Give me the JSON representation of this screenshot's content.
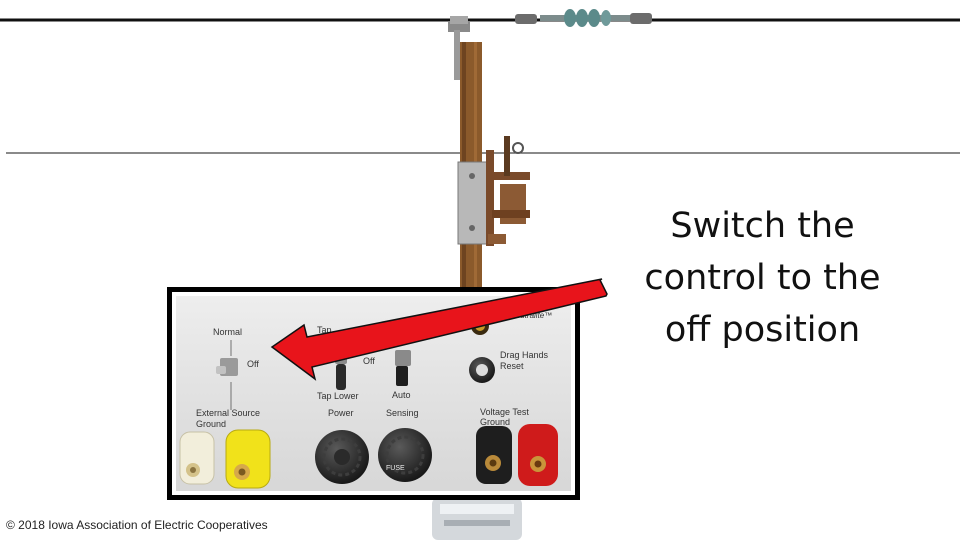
{
  "slide": {
    "instruction_lines": [
      "Switch the",
      "control to the",
      "off position"
    ],
    "copyright": "© 2018 Iowa Association of Electric Cooperatives"
  },
  "panel": {
    "brand": "Neutralite™",
    "normal": "Normal",
    "off_left": "Off",
    "off_mid": "Off",
    "tap": "Tap",
    "tap_lower": "Tap Lower",
    "auto": "Auto",
    "drag_hands": "Drag Hands",
    "reset": "Reset",
    "external_source": "External Source",
    "ground_left": "Ground",
    "power": "Power",
    "sensing": "Sensing",
    "voltage_test": "Voltage Test",
    "ground_right": "Ground",
    "fuse": "FUSE"
  },
  "colors": {
    "arrow": "#e8141b",
    "pole": "#8b5a2b",
    "panel_frame": "#000000",
    "panel_face": "#e7e7e7",
    "jack_white": "#f2eedb",
    "jack_yellow": "#f1e21a",
    "jack_black": "#1e1e1e",
    "jack_red": "#cf1b1b"
  }
}
